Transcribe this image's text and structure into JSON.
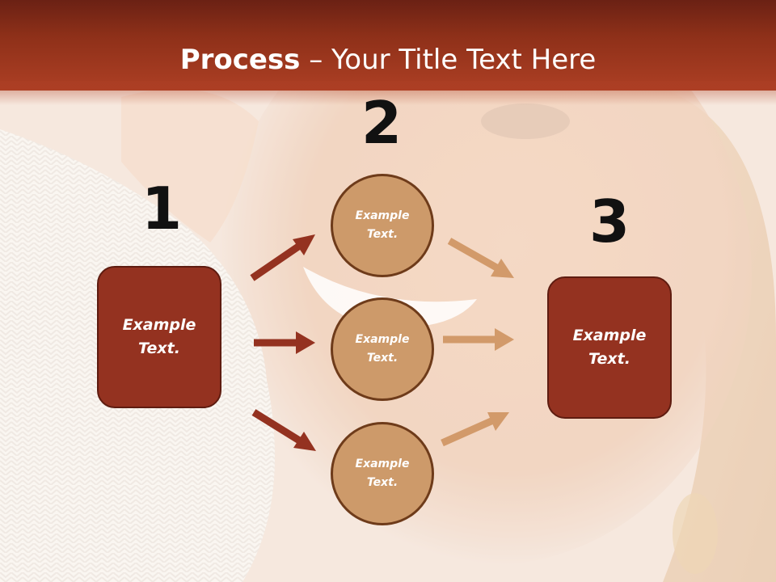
{
  "header": {
    "title_bold": "Process",
    "title_rest": " – Your Title Text Here"
  },
  "steps": {
    "n1": "1",
    "n2": "2",
    "n3": "3"
  },
  "boxes": {
    "left": "Example Text.",
    "right": "Example Text."
  },
  "circles": {
    "top": "Example Text.",
    "middle": "Example Text.",
    "bottom": "Example Text."
  },
  "colors": {
    "header": "#ad3f24",
    "box_fill": "#943220",
    "circle_fill": "#cd9a6a",
    "arrow_dark": "#943220",
    "arrow_light": "#d29a6a"
  }
}
